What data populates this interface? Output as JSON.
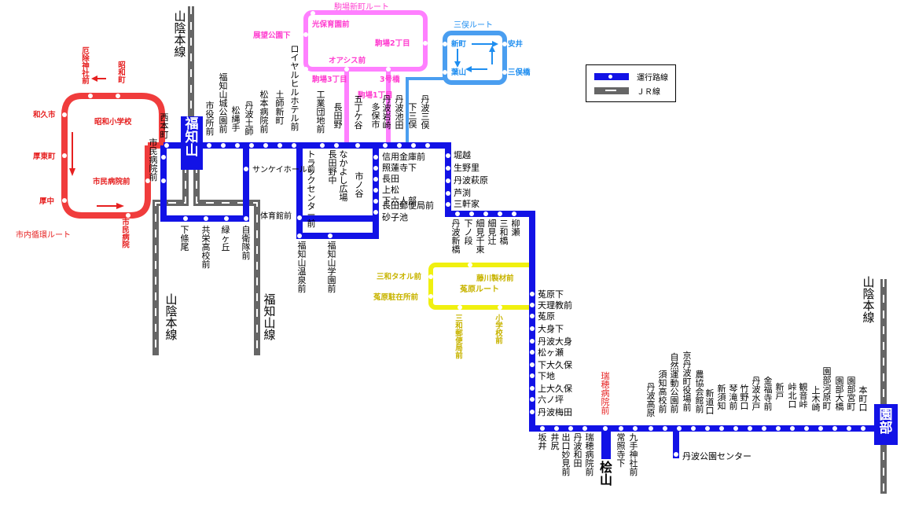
{
  "colors": {
    "main": "#1212e6",
    "circular": "#f03c3c",
    "komaba": "#ff80ff",
    "mitsumata": "#4a9ef0",
    "kunohara": "#f0f010",
    "jr": "#666666",
    "label": "#000000",
    "red_label": "#e62020",
    "pink_label": "#ff3fd0",
    "blue_label": "#1f8ef0",
    "yellow_label": "#c8b400"
  },
  "legend": {
    "bus_route": "運行路線",
    "jr_line": "ＪＲ線"
  },
  "lines": {
    "sanin_left": "山陰本線",
    "sanin_bottom": "山陰本線",
    "fukuchiyama_line": "福知山線",
    "sanin_right": "山陰本線"
  },
  "terminals": {
    "fukuchiyama": "福知山",
    "sonobe": "園部",
    "katsurayama": "桧山"
  },
  "route_names": {
    "circular": "市内循環ルート",
    "komaba_shinmachi": "駒場新町ルート",
    "mitsumata": "三俣ルート",
    "kunohara": "菟原ルート"
  },
  "stops": {
    "circular": {
      "yakujin": "厄除神社前",
      "showacho": "昭和町",
      "wakuichi": "和久市",
      "showa_school": "昭和小学校",
      "atsu_higashi": "厚東町",
      "shimin_byoin_mae": "市民病院前",
      "atsunaka": "厚中",
      "shimin_byoin": "市民病院"
    },
    "komaba": {
      "tenbo": "展望公園下",
      "hikari": "光保育園前",
      "komaba2": "駒場2丁目",
      "oasis": "オアシス前",
      "komaba3": "駒場3丁目",
      "sango": "3号橋",
      "komaba1": "駒場1丁目"
    },
    "mitsumata": {
      "shinmachi": "新町",
      "yasui": "安井",
      "hayama": "葉山",
      "mitsumatabashi": "三俣橋"
    },
    "kunohara": {
      "taoru": "三和タオル前",
      "fujikawa": "藤川製材前",
      "kunohara_chuzai": "菟原駐在所前",
      "sanwa_yubin": "三和郵便局前",
      "shogakko": "小学校前"
    },
    "main_top": {
      "nishimoto": "西本町",
      "shimin_byoin": "市民病院前",
      "fukuchiyama_jo": "福知山城公園前",
      "shiyakusho": "市役所前",
      "matsunawate": "松縄手",
      "tanba_doshi": "丹波土師",
      "matsumoto": "松本病院前",
      "doshi_shinmachi": "土師新町",
      "royal": "ロイヤルヒルホテル前",
      "kogyo": "工業団地前",
      "osadano": "長田野",
      "goteya": "五丁ケ谷",
      "tabo_ho": "多保市",
      "tanba_iwasaki": "丹波岩崎",
      "tanba_ikeda": "丹波池田",
      "shimomitsumata": "下三俣",
      "tanba_mitsumata": "丹波三俣"
    },
    "main_mid": {
      "sankei": "サンケイホール前",
      "taiikukan": "体育館前",
      "track": "トラックセンター前",
      "osadano_naka": "長田野中",
      "nakayoshi": "なかよし広場",
      "ichinotani": "市ノ谷",
      "shinyo": "信用金庫前",
      "shorenji": "照蓮寺下",
      "osada": "長田",
      "kamimatsu": "上松",
      "shimoroku": "下六人部",
      "osada_yubin": "長田郵便局前",
      "sunagoike": "砂子池",
      "horikoshi": "堀越",
      "ubusato": "生野里",
      "tanba_hagi": "丹波萩原",
      "ashibuchi": "芦渕",
      "sangenya": "三軒家",
      "tanba_niibashi": "丹波新橋",
      "shimonodan": "下ノ段",
      "hosomi_chito": "細見千束",
      "hosomi_tsuji": "細見辻",
      "mikazuki": "三和橋",
      "yanagise": "柳瀬"
    },
    "main_bottom_left": {
      "shimogio": "下條尾",
      "kyoei": "共栄高校前",
      "midorigaoka": "緑ヶ丘",
      "jieitai": "自衛隊前",
      "onsen": "福知山温泉前",
      "gakuen": "福知山学園前"
    },
    "main_vertical": {
      "kunohara_shita": "菟原下",
      "tenri": "天理教前",
      "kunohara": "菟原",
      "omishita": "大身下",
      "tanba_omi": "丹波大身",
      "matsugase": "松ヶ瀬",
      "shimo_okubo": "下大久保",
      "shimoji": "下地",
      "kami_okubo": "上大久保",
      "rokunotsubo": "六ノ坪",
      "tanba_umeda": "丹波梅田"
    },
    "main_bottom": {
      "sakai": "坂井",
      "ijiri": "井尻",
      "demiguchi": "出口妙見前",
      "tanba_wada": "丹波和田",
      "zuiho_byoin": "瑞穂病院前",
      "zuiho_red": "瑞穂病院前",
      "tsuneteru": "常照寺下",
      "kute": "九手神社前",
      "tanba_takahara": "丹波高原",
      "suchi": "須知高校前",
      "shizen": "自然運動公園前",
      "kyotanba_yakuba": "京丹波町役場前",
      "nokyo": "農協会館前",
      "shindo": "新道口",
      "shinsuchi": "新須知",
      "kotodaki": "琴滝前",
      "takeno": "竹野口",
      "tanba_suido": "丹波水戸",
      "kanefuku": "金福寺前",
      "niido": "新戸",
      "saibei": "峠北口",
      "kannonji": "観音峠",
      "kamikizaki": "上木崎",
      "sonobe_kawahara": "園部河原町",
      "sonobe_ohashi": "園部大橋",
      "sonobe_miyamachi": "園部宮町",
      "honmachi": "本町口",
      "tanba_koen": "丹波公園センター"
    }
  }
}
